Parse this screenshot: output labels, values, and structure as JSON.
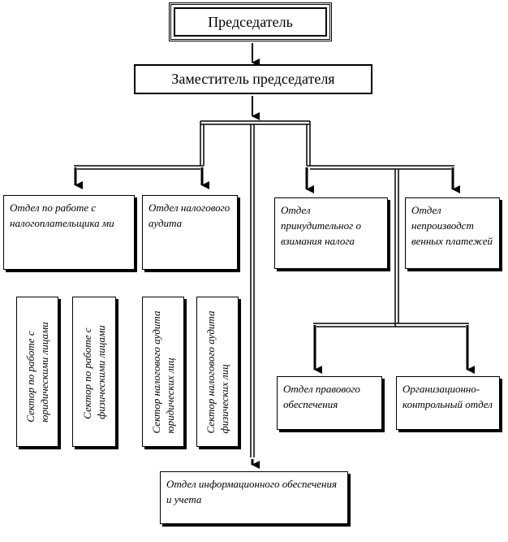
{
  "diagram": {
    "chairman": "Председатель",
    "deputy": "Заместитель  председателя",
    "dept_taxpayers": "Отдел по работе с налогоплательщика ми",
    "dept_audit": "Отдел налогового аудита",
    "dept_enforcement": "Отдел принудительног о взимания налога",
    "dept_nonproduction": "Отдел непроизводст венных платежей",
    "dept_legal": "Отдел правового обеспечения",
    "dept_org_control": "Организационно- контрольный отдел",
    "dept_info": "Отдел информационного обеспечения и учета",
    "sector_legal_entities": {
      "line1": "Сектор по работе с",
      "line2": "юридическими лицами"
    },
    "sector_individuals": {
      "line1": "Сектор по работе с",
      "line2": "физическими лицами"
    },
    "sector_audit_legal": {
      "line1": "Сектор налогового аудита",
      "line2": "юридических лиц"
    },
    "sector_audit_individuals": {
      "line1": "Сектор налогового аудита",
      "line2": "физических лиц"
    }
  }
}
